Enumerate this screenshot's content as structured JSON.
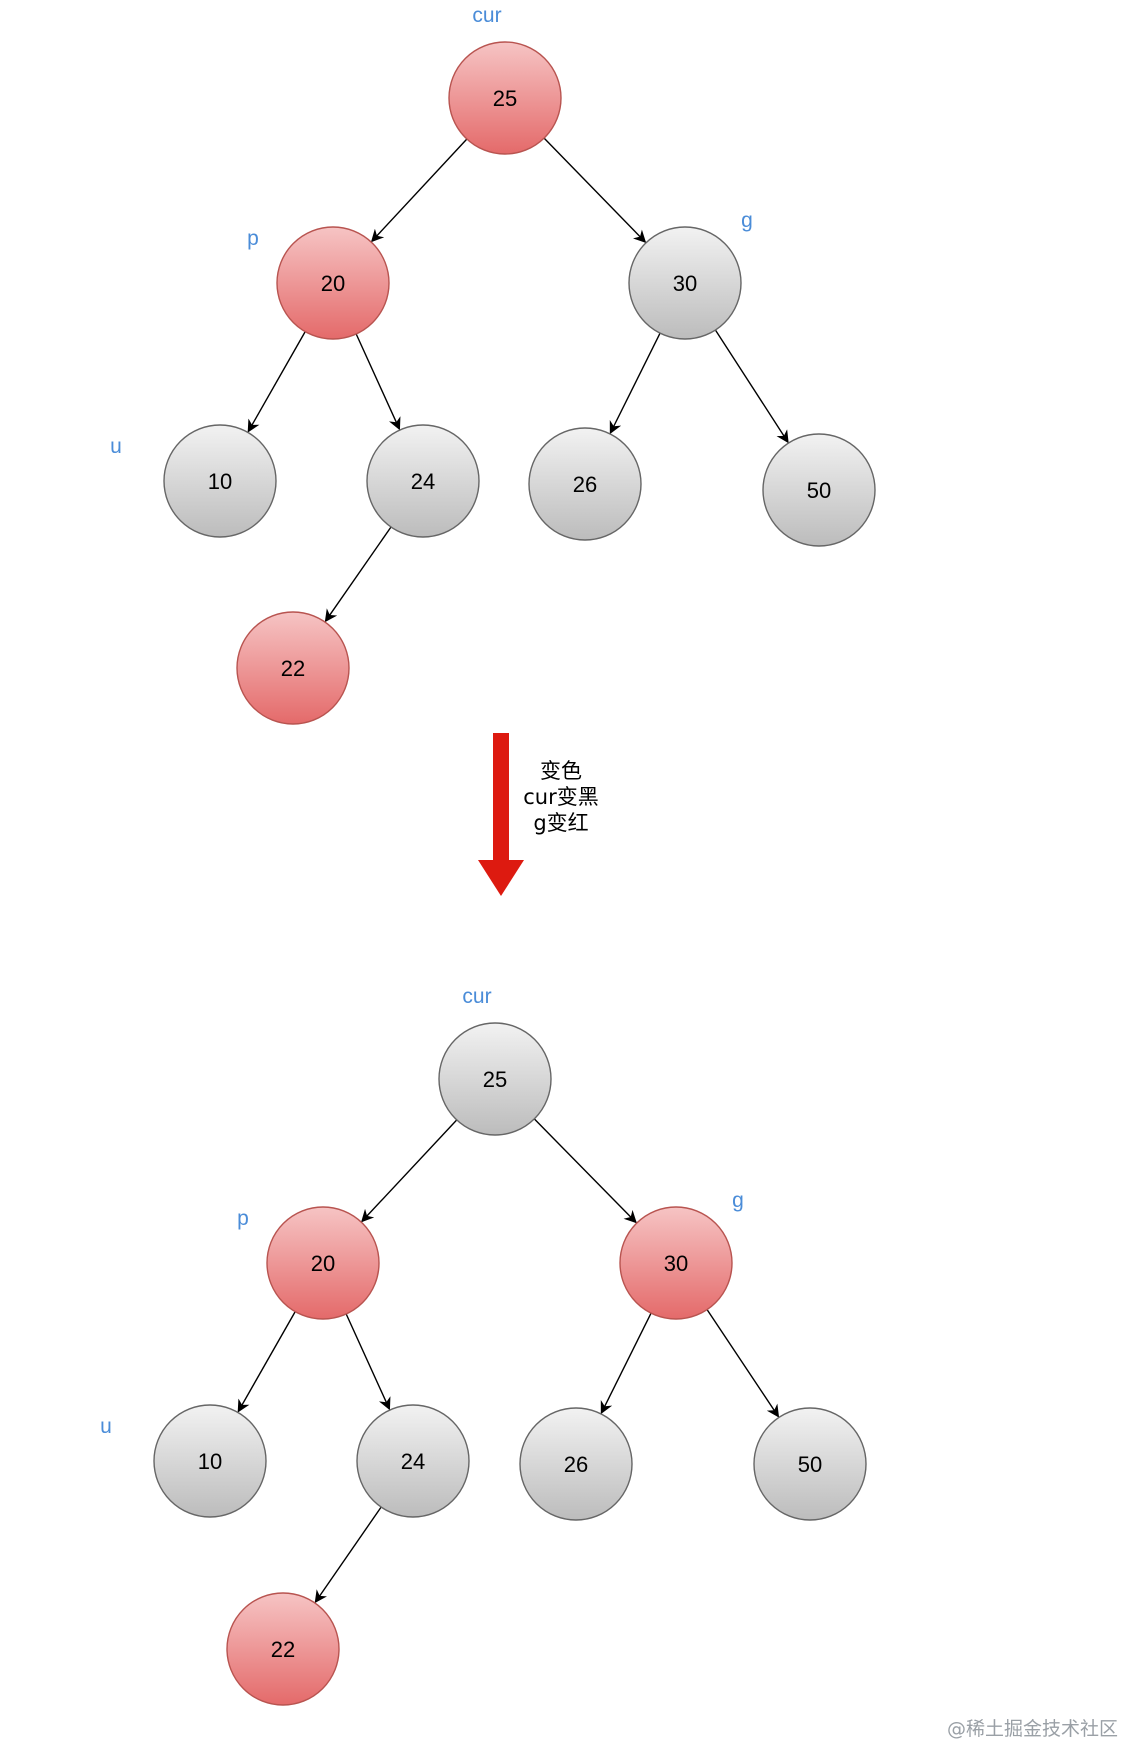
{
  "colors": {
    "red_top": "#f6c4c4",
    "red_bottom": "#e46a6a",
    "red_stroke": "#b85450",
    "gray_top": "#f2f2f2",
    "gray_bottom": "#bcbcbc",
    "gray_stroke": "#666666",
    "label": "#4a8cd8",
    "arrow": "#dd1a10",
    "edge": "#000000"
  },
  "trees": [
    {
      "nodes": [
        {
          "id": "n25",
          "label": "25",
          "color": "red"
        },
        {
          "id": "n20",
          "label": "20",
          "color": "red"
        },
        {
          "id": "n30",
          "label": "30",
          "color": "gray"
        },
        {
          "id": "n10",
          "label": "10",
          "color": "gray"
        },
        {
          "id": "n24",
          "label": "24",
          "color": "gray"
        },
        {
          "id": "n26",
          "label": "26",
          "color": "gray"
        },
        {
          "id": "n50",
          "label": "50",
          "color": "gray"
        },
        {
          "id": "n22",
          "label": "22",
          "color": "red"
        }
      ],
      "edges": [
        [
          "n25",
          "n20"
        ],
        [
          "n25",
          "n30"
        ],
        [
          "n20",
          "n10"
        ],
        [
          "n20",
          "n24"
        ],
        [
          "n30",
          "n26"
        ],
        [
          "n30",
          "n50"
        ],
        [
          "n24",
          "n22"
        ]
      ],
      "tags": [
        {
          "text": "cur",
          "node": "n25"
        },
        {
          "text": "p",
          "node": "n20"
        },
        {
          "text": "g",
          "node": "n30"
        },
        {
          "text": "u",
          "node": "n10"
        }
      ]
    },
    {
      "nodes": [
        {
          "id": "n25",
          "label": "25",
          "color": "gray"
        },
        {
          "id": "n20",
          "label": "20",
          "color": "red"
        },
        {
          "id": "n30",
          "label": "30",
          "color": "red"
        },
        {
          "id": "n10",
          "label": "10",
          "color": "gray"
        },
        {
          "id": "n24",
          "label": "24",
          "color": "gray"
        },
        {
          "id": "n26",
          "label": "26",
          "color": "gray"
        },
        {
          "id": "n50",
          "label": "50",
          "color": "gray"
        },
        {
          "id": "n22",
          "label": "22",
          "color": "red"
        }
      ],
      "edges": [
        [
          "n25",
          "n20"
        ],
        [
          "n25",
          "n30"
        ],
        [
          "n20",
          "n10"
        ],
        [
          "n20",
          "n24"
        ],
        [
          "n30",
          "n26"
        ],
        [
          "n30",
          "n50"
        ],
        [
          "n24",
          "n22"
        ]
      ],
      "tags": [
        {
          "text": "cur",
          "node": "n25"
        },
        {
          "text": "p",
          "node": "n20"
        },
        {
          "text": "g",
          "node": "n30"
        },
        {
          "text": "u",
          "node": "n10"
        }
      ]
    }
  ],
  "transition": {
    "lines": [
      "变色",
      "cur变黑",
      "g变红"
    ]
  },
  "watermark": "@稀土掘金技术社区"
}
